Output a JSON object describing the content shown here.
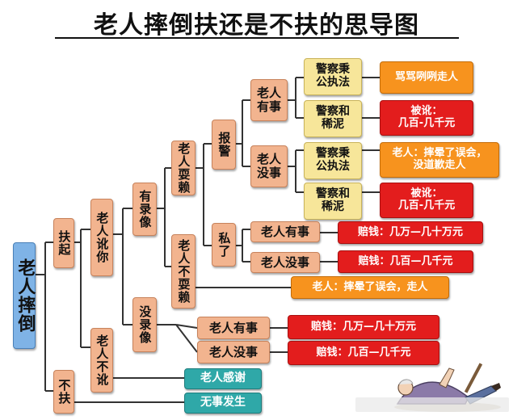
{
  "title": "老人摔倒扶还是不扶的思导图",
  "nodes": {
    "root": "老人摔倒",
    "fu_qi": "扶起",
    "bu_fu": "不扶",
    "laoren_e_ni": "老人讹你",
    "laoren_bu_e": "老人不讹",
    "you_luxiang": "有录像",
    "mei_luxiang": "没录像",
    "laoren_shualai": "老人耍赖",
    "laoren_bu_shualai": "老人不耍赖",
    "bao_jing": "报警",
    "si_le": "私了",
    "laoren_youshi_a": "老人\n有事",
    "laoren_meishi_a": "老人\n没事",
    "jingcha_gongzheng_1": "警察秉\n公执法",
    "jingcha_xini_1": "警察和\n稀泥",
    "jingcha_gongzheng_2": "警察秉\n公执法",
    "jingcha_xini_2": "警察和\n稀泥",
    "result_1": "骂骂咧咧走人",
    "result_2": "被讹：\n几百-几千元",
    "result_3": "老人：摔晕了误会，\n没道歉走人",
    "result_4": "被讹：\n几百-几千元",
    "sile_youshi": "老人有事",
    "sile_meishi": "老人没事",
    "result_5": "赔钱：几万—几十万元",
    "result_6": "赔钱：几百—几千元",
    "result_7": "老人：摔晕了误会，走人",
    "mei_youshi": "老人有事",
    "mei_meishi": "老人没事",
    "result_8": "赔钱：几万—几十万元",
    "result_9": "赔钱：几百—几千元",
    "laoren_ganxie": "老人感谢",
    "wushi_fasheng": "无事发生"
  },
  "colors": {
    "root": "#7fb3e6",
    "branch": "#f2b48f",
    "police": "#f7e69a",
    "neutral_result": "#f7931e",
    "loss_result": "#e31d1d",
    "good_result": "#2fa8a8",
    "line": "#333333"
  },
  "illustration": "fallen-elderly-person-cartoon"
}
